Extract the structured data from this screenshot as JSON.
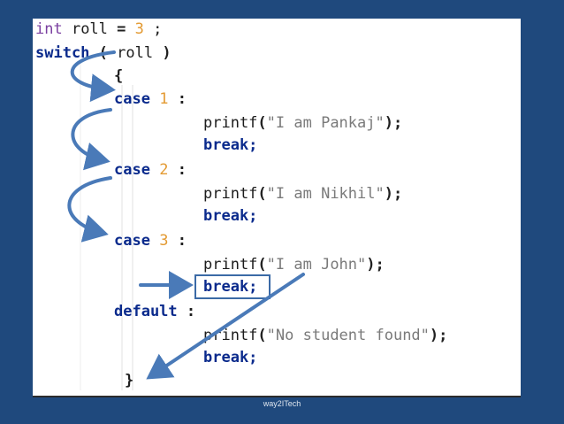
{
  "code": {
    "line1": {
      "kw": "int",
      "ident": " roll ",
      "eq": "=",
      "num": " 3",
      "semi": " ;"
    },
    "line2": {
      "kw": "switch",
      "open": " ( ",
      "ident": "roll",
      "close": " )"
    },
    "open_brace": "{",
    "cases": [
      {
        "kw": "case",
        "num": "1",
        "colon": ":",
        "printf": "printf",
        "lp": "(",
        "str": "\"I am Pankaj\"",
        "rp": ");",
        "brk": "break;"
      },
      {
        "kw": "case",
        "num": "2",
        "colon": ":",
        "printf": "printf",
        "lp": "(",
        "str": "\"I am Nikhil\"",
        "rp": ");",
        "brk": "break;"
      },
      {
        "kw": "case",
        "num": "3",
        "colon": ":",
        "printf": "printf",
        "lp": "(",
        "str": "\"I am John\"",
        "rp": ");",
        "brk": "break;"
      }
    ],
    "default": {
      "kw": "default",
      "colon": ":",
      "printf": "printf",
      "lp": "(",
      "str": "\"No student found\"",
      "rp": ");",
      "brk": "break;"
    },
    "close_brace": "}"
  },
  "footer": "way2ITech",
  "colors": {
    "background": "#1f497d",
    "arrow": "#4a7ab8",
    "keyword": "#0a2a8c",
    "number": "#e39a32",
    "string": "#7a7a7a"
  }
}
